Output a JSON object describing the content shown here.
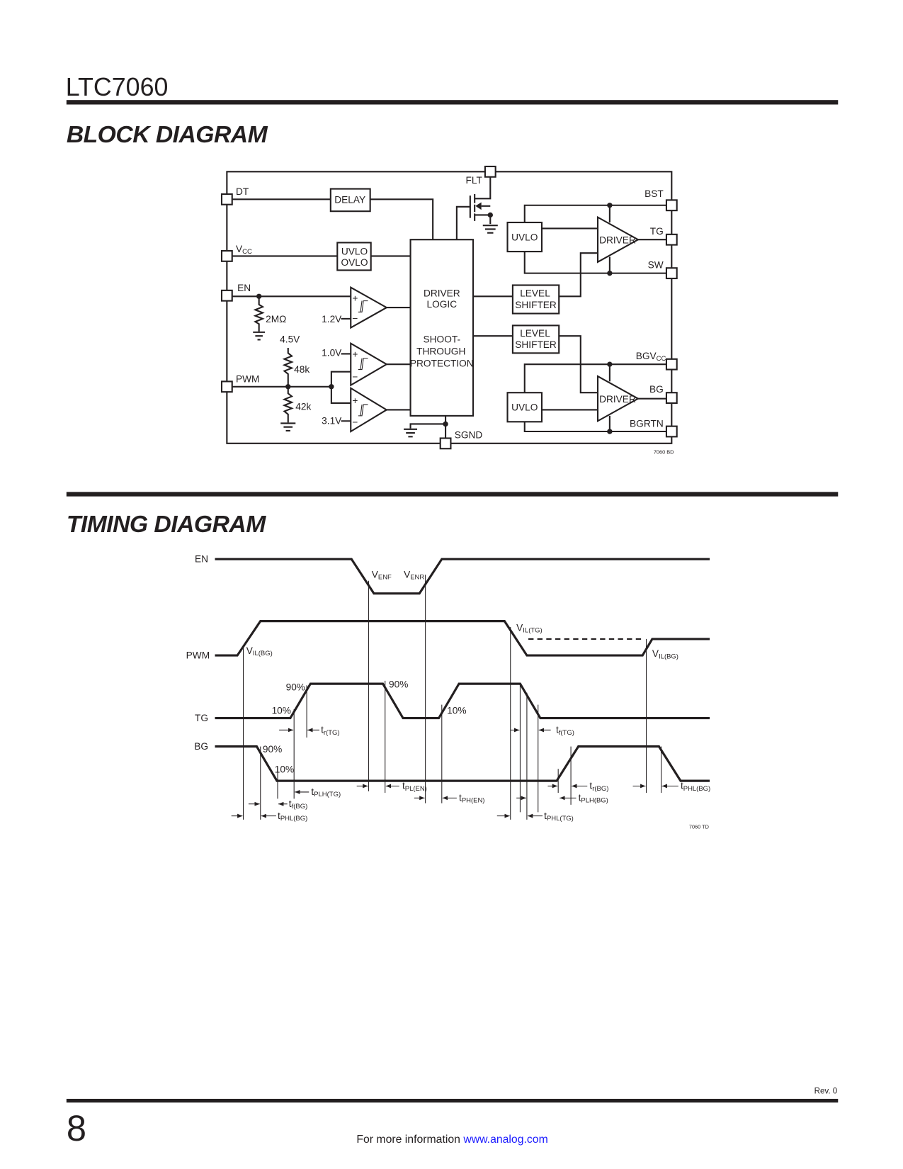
{
  "header": {
    "part_number": "LTC7060"
  },
  "block_diagram": {
    "title": "BLOCK DIAGRAM",
    "pins": {
      "dt": "DT",
      "vcc_main": "V",
      "vcc_sub": "CC",
      "en": "EN",
      "pwm": "PWM",
      "flt": "FLT",
      "bst": "BST",
      "tg": "TG",
      "sw": "SW",
      "bgvcc_main": "BGV",
      "bgvcc_sub": "CC",
      "bg": "BG",
      "bgrtn": "BGRTN",
      "sgnd": "SGND"
    },
    "blocks": {
      "delay": "DELAY",
      "uvlo_ovlo_1": "UVLO",
      "uvlo_ovlo_2": "OVLO",
      "logic_1": "DRIVER",
      "logic_2": "LOGIC",
      "shoot_1": "SHOOT-",
      "shoot_2": "THROUGH",
      "shoot_3": "PROTECTION",
      "level_1": "LEVEL",
      "level_2": "SHIFTER",
      "uvlo": "UVLO",
      "driver": "DRIVER"
    },
    "values": {
      "r_en": "2MΩ",
      "v_supply": "4.5V",
      "r_top": "48k",
      "r_bot": "42k",
      "v_en_ref": "1.2V",
      "v_low_ref": "1.0V",
      "v_high_ref": "3.1V"
    },
    "code": "7060 BD"
  },
  "timing_diagram": {
    "title": "TIMING DIAGRAM",
    "signals": [
      "EN",
      "PWM",
      "TG",
      "BG"
    ],
    "labels": {
      "v": "V",
      "t": "t",
      "enf": "ENF",
      "enr": "ENR",
      "il_tg": "IL(TG)",
      "il_bg": "IL(BG)",
      "p90": "90%",
      "p10": "10%",
      "r_tg": "r(TG)",
      "f_tg": "f(TG)",
      "r_bg": "r(BG)",
      "f_bg": "f(BG)",
      "plh_tg": "PLH(TG)",
      "phl_tg": "PHL(TG)",
      "plh_bg": "PLH(BG)",
      "phl_bg": "PHL(BG)",
      "pl_en": "PL(EN)",
      "ph_en": "PH(EN)"
    },
    "code": "7060 TD"
  },
  "footer": {
    "revision": "Rev. 0",
    "page_number": "8",
    "more_info": "For more information ",
    "link": "www.analog.com"
  },
  "colors": {
    "ink": "#231f20",
    "link": "#1a1aff"
  }
}
